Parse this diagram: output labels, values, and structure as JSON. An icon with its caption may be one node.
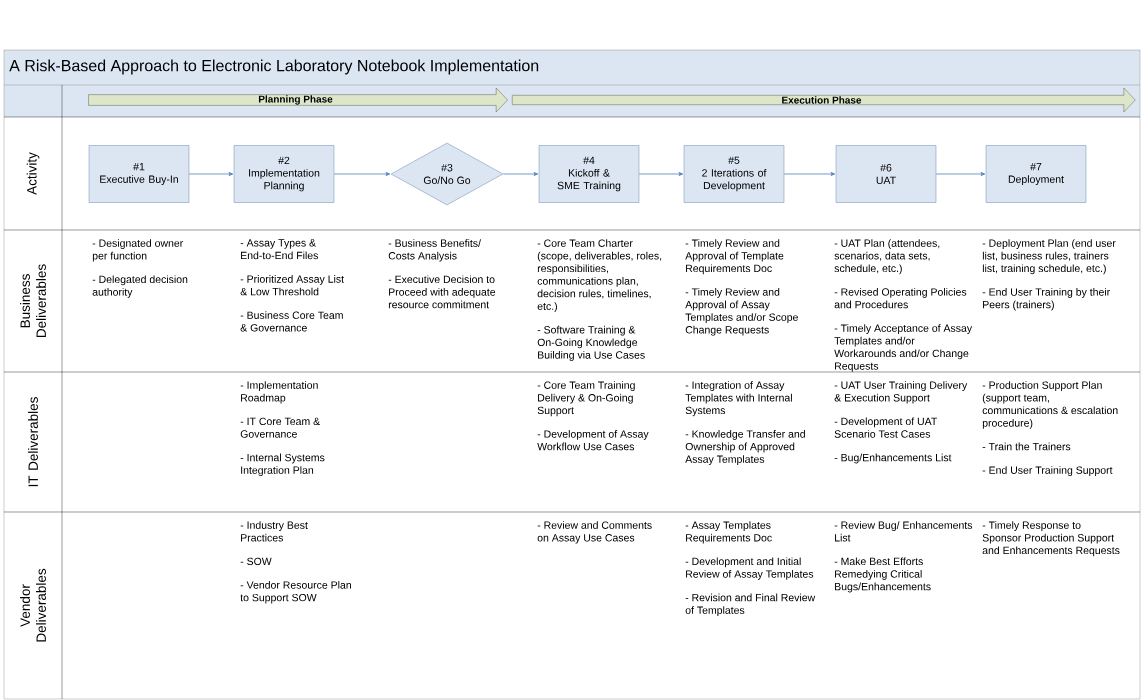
{
  "diagram": {
    "title": "A Risk-Based Approach to Electronic Laboratory Notebook Implementation",
    "nodes": [
      {
        "text": [
          "Planning Phase"
        ]
      },
      {
        "text": [
          "Execution Phase"
        ]
      },
      {
        "text": [
          "#1",
          "Executive Buy-In"
        ]
      },
      {
        "text": [
          "#2",
          "Implementation Planning"
        ]
      },
      {
        "text": [
          "#3",
          "Go/No Go"
        ]
      },
      {
        "text": [
          "#4",
          "Kickoff & SME Training"
        ]
      },
      {
        "text": [
          "#5",
          "2 Iterations of Development"
        ]
      },
      {
        "text": [
          "#6",
          "UAT"
        ]
      },
      {
        "text": [
          "#7",
          "Deployment"
        ]
      }
    ],
    "edges": [
      {
        "from": 2,
        "to": 3,
        "arrow": "to"
      },
      {
        "from": 3,
        "to": 4,
        "arrow": "to"
      },
      {
        "from": 4,
        "to": 5,
        "arrow": "to"
      },
      {
        "from": 5,
        "to": 6,
        "arrow": "to"
      },
      {
        "from": 6,
        "to": 7,
        "arrow": "to"
      },
      {
        "from": 7,
        "to": 8,
        "arrow": "to"
      }
    ],
    "labels": [
      "Activity",
      "Business Deliverables",
      "- Designated owner per function",
      "- Delegated decision authority",
      "- Assay Types & End-to-End Files",
      "- Prioritized Assay List & Low Threshold",
      "- Business Core Team & Governance",
      "- Business Benefits/ Costs Analysis",
      "- Executive Decision to Proceed with adequate resource commitment",
      "- Core Team Charter (scope, deliverables, roles, responsibilities, communications plan, decision rules, timelines, etc.)",
      "- Software Training & On-Going Knowledge Building via Use Cases",
      "- Timely Review and Approval of Template Requirements Doc",
      "- Timely Review and Approval of Assay Templates and/or Scope Change Requests",
      "- UAT Plan (attendees, scenarios, data sets, schedule, etc.)",
      "- Revised Operating Policies and Procedures",
      "- Timely Acceptance of Assay Templates and/or Workarounds and/or Change Requests",
      "- Deployment Plan (end user list, business rules, trainers list, training schedule, etc.)",
      "- End User Training by their Peers (trainers)",
      "IT Deliverables",
      "- Implementation Roadmap",
      "- IT Core Team & Governance",
      "- Internal Systems Integration Plan",
      "- Core Team Training Delivery & On-Going Support",
      "- Development of Assay Workflow Use Cases",
      "- Integration of Assay Templates with Internal Systems",
      "- Knowledge Transfer and Ownership of Approved Assay Templates",
      "- UAT User Training Delivery & Execution Support",
      "- Development of UAT Scenario Test Cases",
      "- Bug/Enhancements List",
      "- Production Support Plan (support team, communications & escalation procedure)",
      "- Train the Trainers",
      "- End User Training Support",
      "Vendor Deliverables",
      "- Industry Best Practices",
      "- SOW",
      "- Vendor Resource Plan to Support SOW",
      "- Review and Comments on Assay Use Cases",
      "- Assay Templates Requirements Doc",
      "- Development and Initial Review of Assay Templates",
      "- Revision and Final Review of Templates",
      "- Review Bug/ Enhancements List",
      "- Make Best Efforts Remedying Critical Bugs/Enhancements",
      "- Timely Response to Sponsor Production Support and Enhancements Requests"
    ]
  }
}
